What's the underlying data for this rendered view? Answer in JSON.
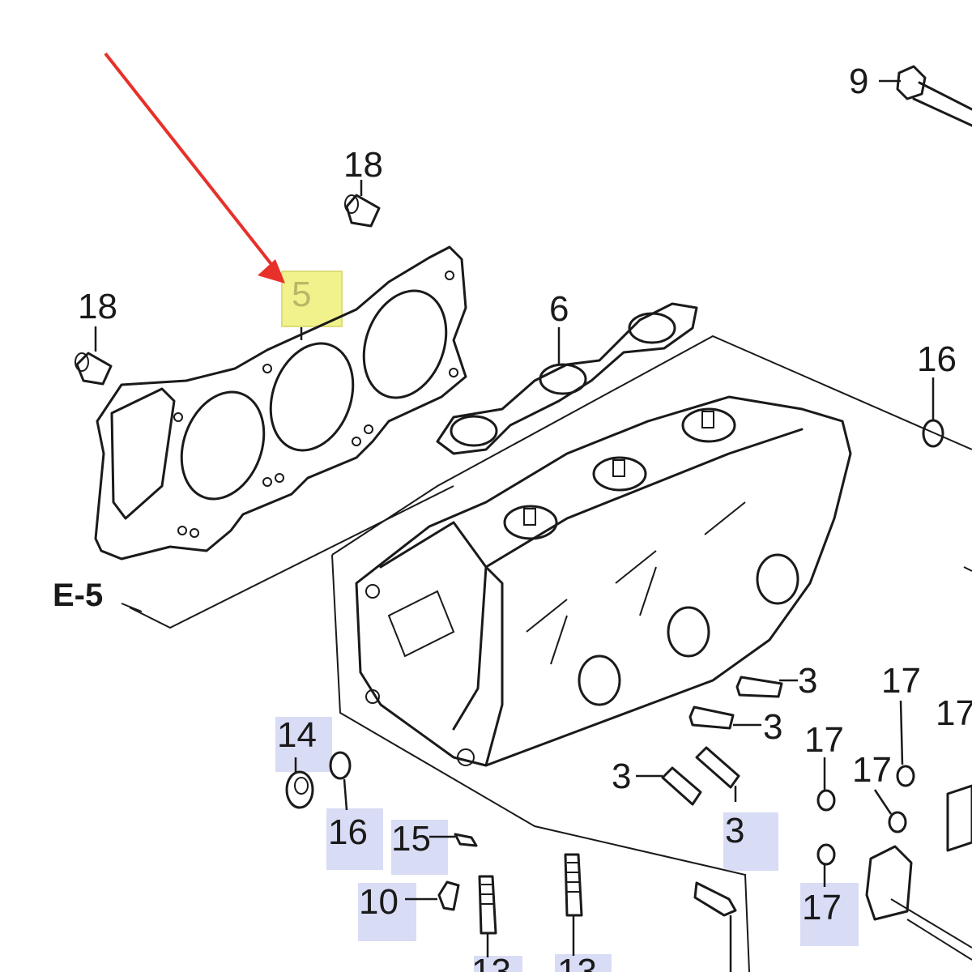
{
  "diagram": {
    "callouts": {
      "c9": "9",
      "c18a": "18",
      "c18b": "18",
      "c5": "5",
      "c6": "6",
      "c16a": "16",
      "c16b": "16",
      "c14": "14",
      "c15": "15",
      "c10": "10",
      "c13a": "13",
      "c13b": "13",
      "c3a": "3",
      "c3b": "3",
      "c3c": "3",
      "c3d": "3",
      "c17a": "17",
      "c17b": "17",
      "c17c": "17",
      "c17d": "17",
      "c17e": "17"
    },
    "ref_e5": "E-5"
  },
  "colors": {
    "arrow": "#e8302a",
    "selected_highlight": "#f0f07a",
    "label_highlight": "#d9dcf5",
    "line": "#1a1a1a"
  }
}
